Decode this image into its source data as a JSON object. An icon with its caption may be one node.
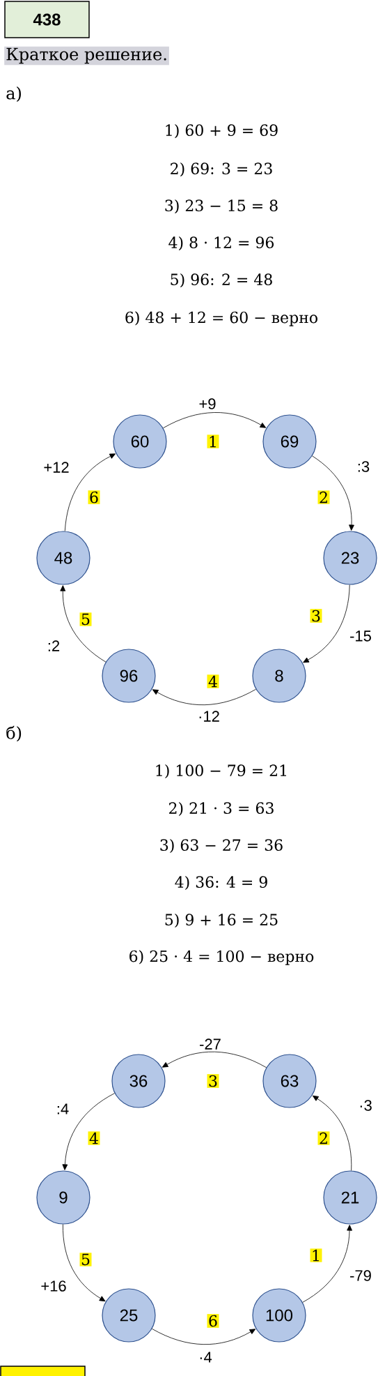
{
  "diagram": {
    "nodes": [
      {
        "text": [
          "438"
        ]
      },
      {
        "text": [
          "Краткое решение."
        ]
      },
      {
        "text": [
          "60"
        ]
      },
      {
        "text": [
          "69"
        ]
      },
      {
        "text": [
          "23"
        ]
      },
      {
        "text": [
          "8"
        ]
      },
      {
        "text": [
          "96"
        ]
      },
      {
        "text": [
          "48"
        ]
      },
      {
        "text": [
          "100"
        ]
      },
      {
        "text": [
          "21"
        ]
      },
      {
        "text": [
          "63"
        ]
      },
      {
        "text": [
          "36"
        ]
      },
      {
        "text": [
          "9"
        ]
      },
      {
        "text": [
          "25"
        ]
      }
    ],
    "edges": [
      {
        "from": 2,
        "to": 3,
        "arrow": "to",
        "label": "+9"
      },
      {
        "from": 3,
        "to": 4,
        "arrow": "to",
        "label": ":3"
      },
      {
        "from": 4,
        "to": 5,
        "arrow": "to",
        "label": "-15"
      },
      {
        "from": 5,
        "to": 6,
        "arrow": "to",
        "label": "·12"
      },
      {
        "from": 6,
        "to": 7,
        "arrow": "to",
        "label": ":2"
      },
      {
        "from": 7,
        "to": 2,
        "arrow": "to",
        "label": "+12"
      },
      {
        "from": 8,
        "to": 9,
        "arrow": "to",
        "label": "-79"
      },
      {
        "from": 9,
        "to": 10,
        "arrow": "to",
        "label": "·3"
      },
      {
        "from": 10,
        "to": 11,
        "arrow": "to",
        "label": "-27"
      },
      {
        "from": 11,
        "to": 12,
        "arrow": "to",
        "label": ":4"
      },
      {
        "from": 12,
        "to": 13,
        "arrow": "to",
        "label": "+16"
      },
      {
        "from": 13,
        "to": 8,
        "arrow": "to",
        "label": "·4"
      }
    ],
    "labels": [
      "а)",
      "1) 60 + 9 = 69",
      "2) 69: 3 = 23",
      "3) 23 − 15 = 8",
      "4) 8 · 12 = 96",
      "5) 96: 2 = 48",
      "6) 48 + 12 = 60 − верно",
      "1",
      "2",
      "3",
      "4",
      "5",
      "6",
      "б)",
      "1) 100 − 79 = 21",
      "2) 21 · 3 = 63",
      "3) 63 − 27 = 36",
      "4) 36: 4 = 9",
      "5) 9 + 16 = 25",
      "6) 25 · 4 = 100 − верно",
      "1",
      "2",
      "3",
      "4",
      "5",
      "6"
    ]
  }
}
